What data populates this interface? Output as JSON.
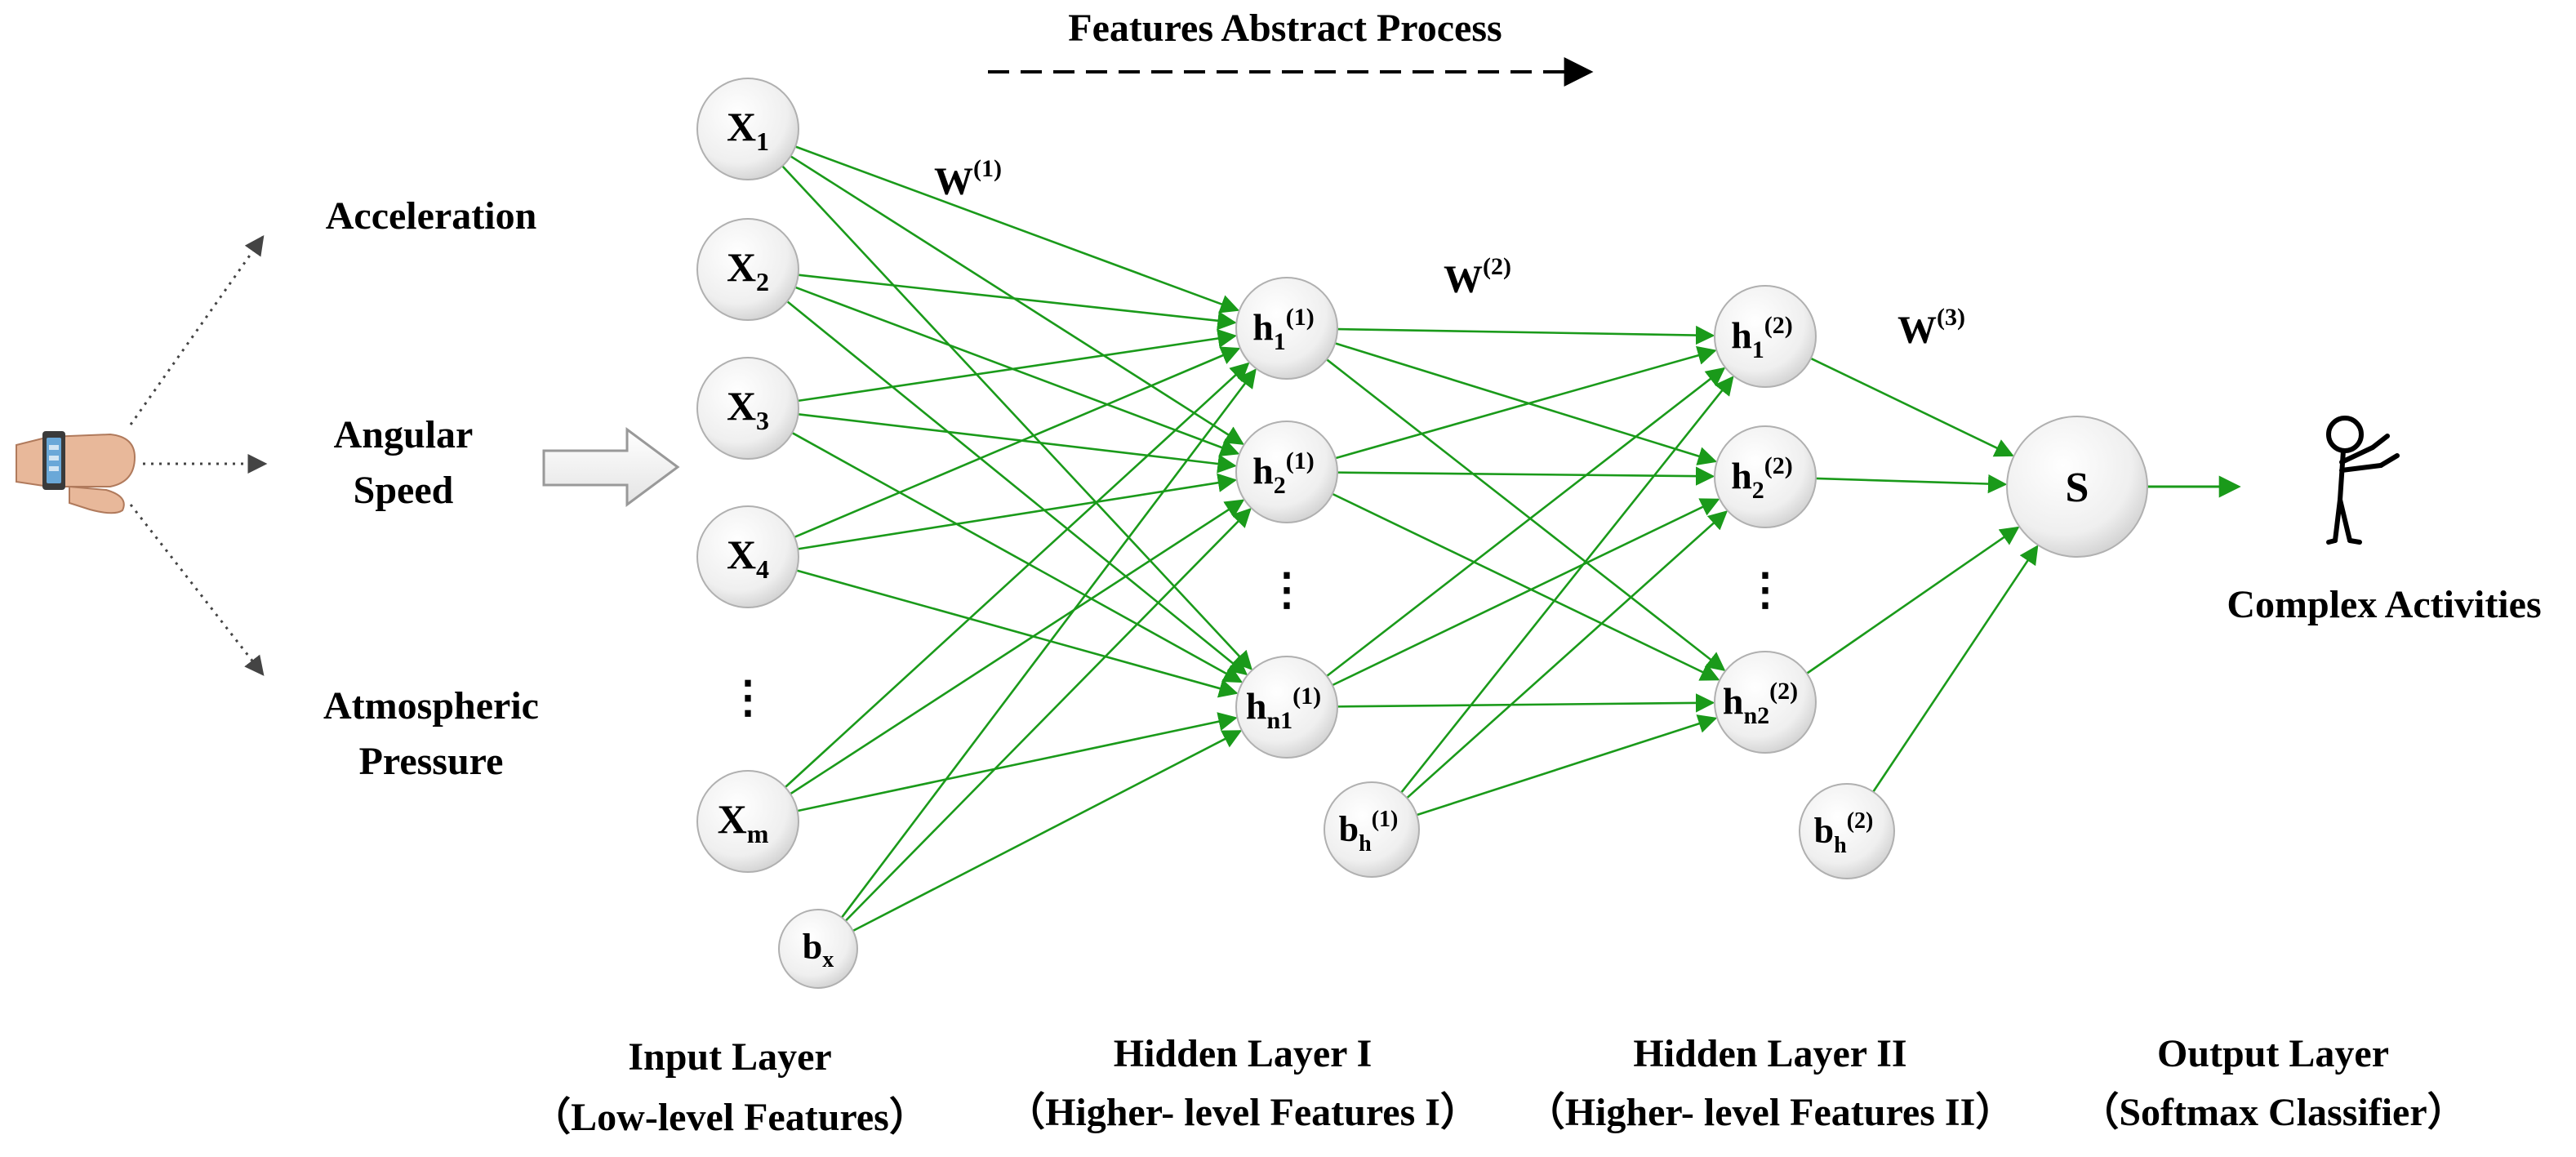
{
  "title": "Features Abstract Process",
  "colors": {
    "connection": "#1a9a1a",
    "node_fill_center": "#ffffff",
    "node_fill_edge": "#d6d6d6",
    "node_stroke": "#b0b0b0",
    "text": "#000000"
  },
  "sensors": {
    "acceleration": "Acceleration",
    "angular_line1": "Angular",
    "angular_line2": "Speed",
    "pressure_line1": "Atmospheric",
    "pressure_line2": "Pressure"
  },
  "icons": [
    "smartwatch-wrist-icon",
    "input-arrow-icon",
    "stick-figure-icon"
  ],
  "weights": {
    "w1": "W",
    "w1_sup": "(1)",
    "w2": "W",
    "w2_sup": "(2)",
    "w3": "W",
    "w3_sup": "(3)"
  },
  "nodes": {
    "input": [
      {
        "base": "X",
        "sub": "1"
      },
      {
        "base": "X",
        "sub": "2"
      },
      {
        "base": "X",
        "sub": "3"
      },
      {
        "base": "X",
        "sub": "4"
      },
      {
        "base": "X",
        "sub": "m"
      }
    ],
    "input_bias": {
      "base": "b",
      "sub": "x"
    },
    "hidden1": [
      {
        "base": "h",
        "sub": "1",
        "sup": "(1)"
      },
      {
        "base": "h",
        "sub": "2",
        "sup": "(1)"
      },
      {
        "base": "h",
        "sub": "n1",
        "sup": "(1)"
      }
    ],
    "hidden1_bias": {
      "base": "b",
      "sub": "h",
      "sup": "(1)"
    },
    "hidden2": [
      {
        "base": "h",
        "sub": "1",
        "sup": "(2)"
      },
      {
        "base": "h",
        "sub": "2",
        "sup": "(2)"
      },
      {
        "base": "h",
        "sub": "n2",
        "sup": "(2)"
      }
    ],
    "hidden2_bias": {
      "base": "b",
      "sub": "h",
      "sup": "(2)"
    },
    "output": {
      "label": "S"
    },
    "ellipsis": "⋮"
  },
  "output_label": "Complex Activities",
  "layers": {
    "input_title": "Input Layer",
    "input_sub": "（Low-level Features）",
    "hidden1_title": "Hidden Layer I",
    "hidden1_sub": "（Higher- level Features I）",
    "hidden2_title": "Hidden Layer II",
    "hidden2_sub": "（Higher- level Features II）",
    "output_title": "Output Layer",
    "output_sub": "（Softmax Classifier）"
  }
}
